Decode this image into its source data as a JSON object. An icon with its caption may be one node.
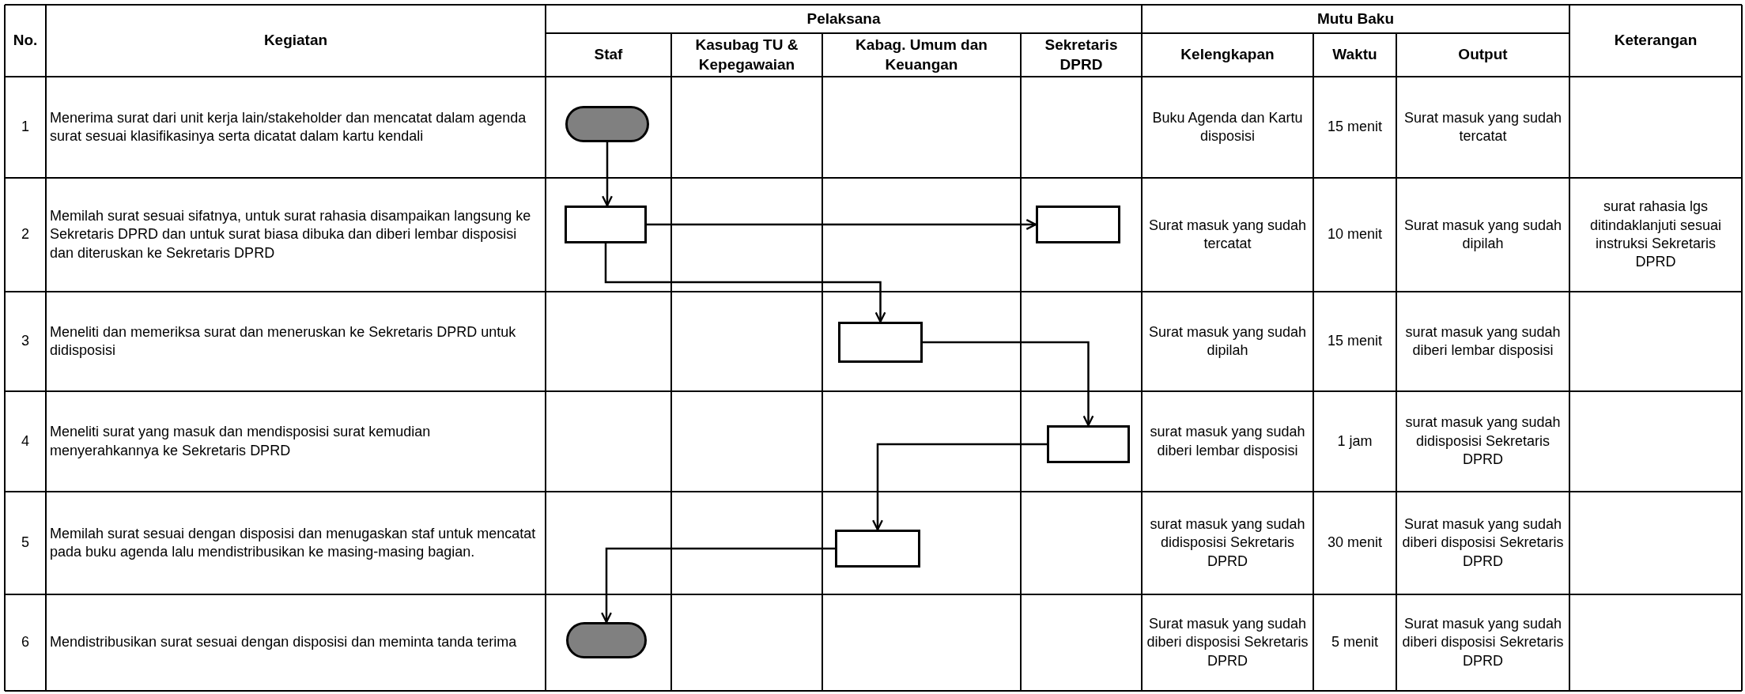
{
  "diagram": {
    "nodes": [
      {
        "text": [],
        "shape": "terminator"
      },
      {
        "text": [],
        "shape": "box"
      },
      {
        "text": [],
        "shape": "box"
      },
      {
        "text": [],
        "shape": "box"
      },
      {
        "text": [],
        "shape": "box"
      },
      {
        "text": [],
        "shape": "box"
      },
      {
        "text": [],
        "shape": "terminator"
      }
    ],
    "edges": [
      {
        "from": 0,
        "to": 1,
        "arrow": "to"
      },
      {
        "from": 1,
        "to": 2,
        "arrow": "to"
      },
      {
        "from": 1,
        "to": 3,
        "arrow": "to"
      },
      {
        "from": 3,
        "to": 4,
        "arrow": "to"
      },
      {
        "from": 4,
        "to": 5,
        "arrow": "to"
      },
      {
        "from": 5,
        "to": 6,
        "arrow": "to"
      }
    ],
    "labels": [
      "No.",
      "Kegiatan",
      "Pelaksana",
      "Mutu Baku",
      "Keterangan",
      "Staf",
      "Kasubag TU & Kepegawaian",
      "Kabag. Umum dan Keuangan",
      "Sekretaris DPRD",
      "Kelengkapan",
      "Waktu",
      "Output",
      "1",
      "Menerima surat dari unit kerja lain/stakeholder dan mencatat dalam agenda surat sesuai klasifikasinya serta dicatat dalam kartu kendali",
      "Buku Agenda dan Kartu disposisi",
      "15 menit",
      "Surat masuk yang sudah tercatat",
      "2",
      "Memilah surat sesuai sifatnya, untuk surat rahasia disampaikan langsung ke Sekretaris DPRD  dan untuk surat biasa dibuka dan diberi lembar disposisi dan diteruskan ke Sekretaris DPRD",
      "Surat masuk yang sudah tercatat",
      "10 menit",
      "Surat masuk yang sudah dipilah",
      "surat rahasia lgs ditindaklanjuti sesuai instruksi Sekretaris DPRD",
      "3",
      "Meneliti dan memeriksa surat dan meneruskan ke Sekretaris DPRD untuk didisposisi",
      "Surat masuk yang sudah dipilah",
      "15 menit",
      "surat masuk yang sudah diberi lembar disposisi",
      "4",
      "Meneliti surat yang masuk dan mendisposisi surat kemudian menyerahkannya ke Sekretaris DPRD",
      "surat masuk yang sudah diberi lembar disposisi",
      "1 jam",
      "surat masuk yang sudah didisposisi Sekretaris DPRD",
      "5",
      "Memilah surat sesuai dengan disposisi dan menugaskan staf untuk mencatat pada buku agenda lalu mendistribusikan ke masing-masing bagian.",
      "surat masuk yang sudah didisposisi Sekretaris DPRD",
      "30 menit",
      "Surat masuk yang sudah diberi disposisi Sekretaris DPRD",
      "6",
      "Mendistribusikan surat sesuai dengan disposisi dan meminta tanda terima",
      "Surat masuk yang sudah diberi disposisi Sekretaris DPRD",
      "5 menit",
      "Surat masuk yang sudah diberi disposisi Sekretaris DPRD"
    ]
  }
}
